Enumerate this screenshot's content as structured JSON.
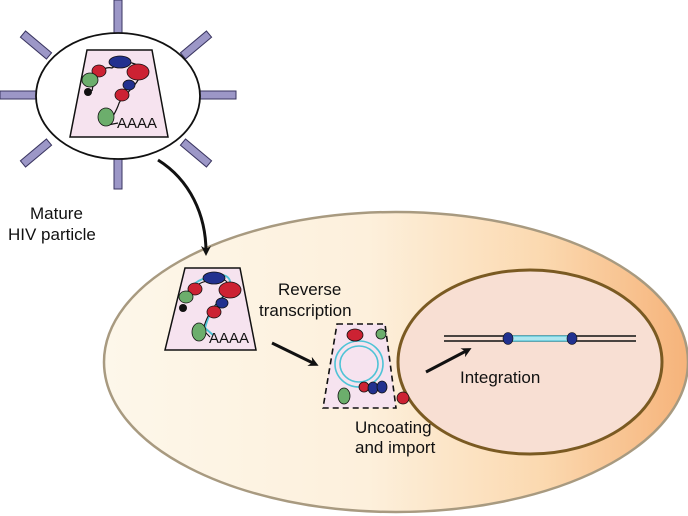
{
  "labels": {
    "particle_line1": "Mature",
    "particle_line2": "HIV particle",
    "rt_line1": "Reverse",
    "rt_line2": "transcription",
    "uncoat_line1": "Uncoating",
    "uncoat_line2": "and import",
    "integration": "Integration",
    "polyA": "AAAA",
    "polyA2": "AAAA"
  },
  "colors": {
    "envelope_spike": "#9c97c7",
    "capsid_fill": "#f6e3ef",
    "protein_red": "#cc2233",
    "protein_blue": "#22318f",
    "protein_green": "#6cae6c",
    "dna_cyan": "#4ec3d6",
    "cell_edge": "#a89a80",
    "nucleus_fill": "#f8dfd3",
    "nucleus_edge": "#7a5a22"
  }
}
